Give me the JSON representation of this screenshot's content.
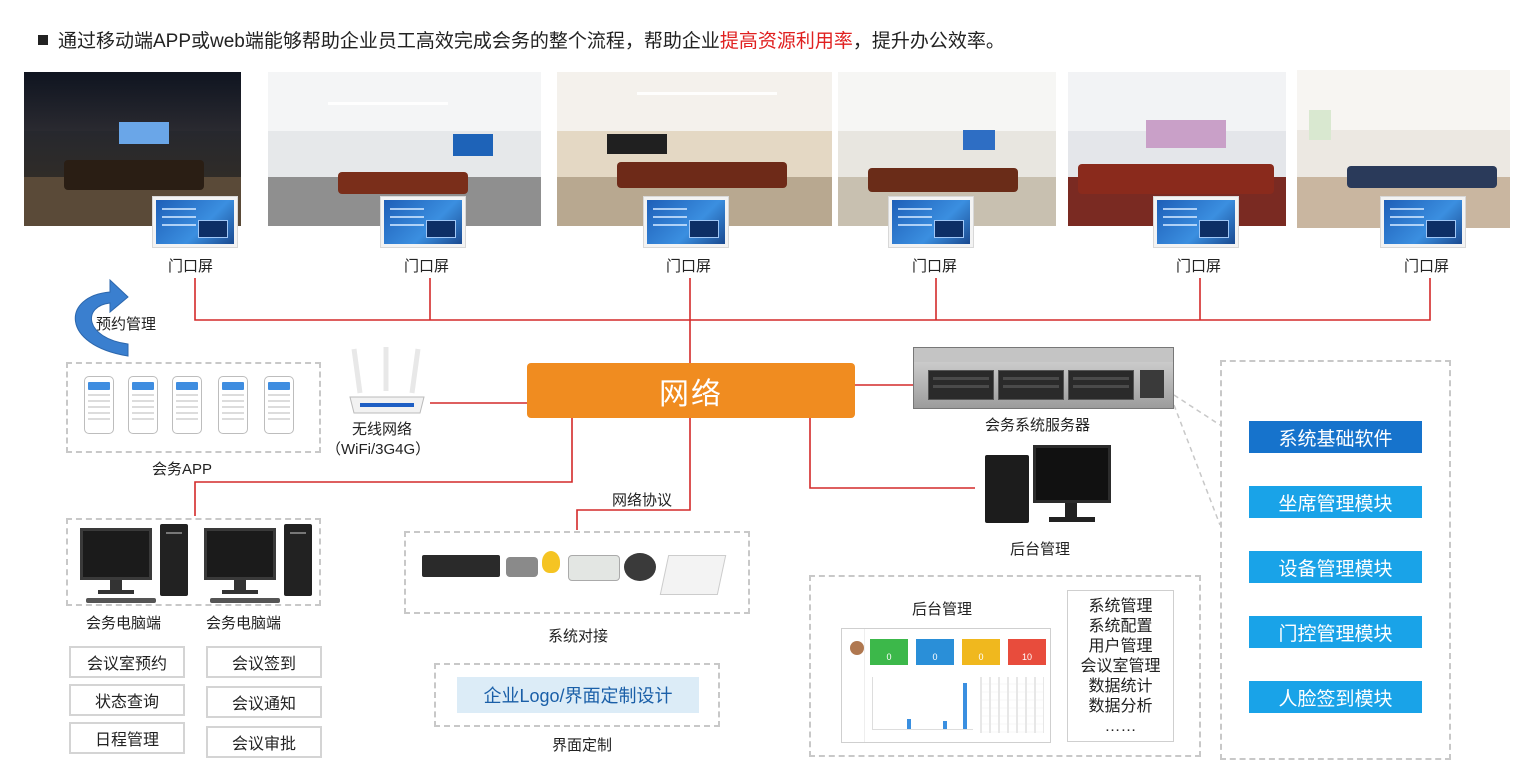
{
  "headline": {
    "prefix": "通过移动端APP或web端能够帮助企业员工高效完成会务的整个流程，帮助企业",
    "highlight": "提高资源利用率",
    "suffix": "，提升办公效率。"
  },
  "door_screens": [
    {
      "label": "门口屏"
    },
    {
      "label": "门口屏"
    },
    {
      "label": "门口屏"
    },
    {
      "label": "门口屏"
    },
    {
      "label": "门口屏"
    },
    {
      "label": "门口屏"
    }
  ],
  "reservation_label": "预约管理",
  "network_label": "网络",
  "wireless": {
    "line1": "无线网络",
    "line2": "（WiFi/3G4G）"
  },
  "app_label": "会务APP",
  "server_label": "会务系统服务器",
  "backend_label": "后台管理",
  "protocol_label": "网络协议",
  "integration_label": "系统对接",
  "pc_labels": [
    "会务电脑端",
    "会务电脑端"
  ],
  "functions": [
    "会议室预约",
    "会议签到",
    "状态查询",
    "会议通知",
    "日程管理",
    "会议审批"
  ],
  "customization": {
    "box": "企业Logo/界面定制设计",
    "label": "界面定制"
  },
  "backend_panel": {
    "title": "后台管理",
    "tiles": [
      "0",
      "0",
      "0",
      "10"
    ],
    "menu": [
      "系统管理",
      "系统配置",
      "用户管理",
      "会议室管理",
      "数据统计",
      "数据分析",
      "……"
    ]
  },
  "modules": [
    "系统基础软件",
    "坐席管理模块",
    "设备管理模块",
    "门控管理模块",
    "人脸签到模块"
  ],
  "colors": {
    "network": "#f08c20",
    "wire": "#d42a2a",
    "highlight": "#e02020",
    "module": "#19a3e8",
    "module_base": "#1673cc"
  }
}
